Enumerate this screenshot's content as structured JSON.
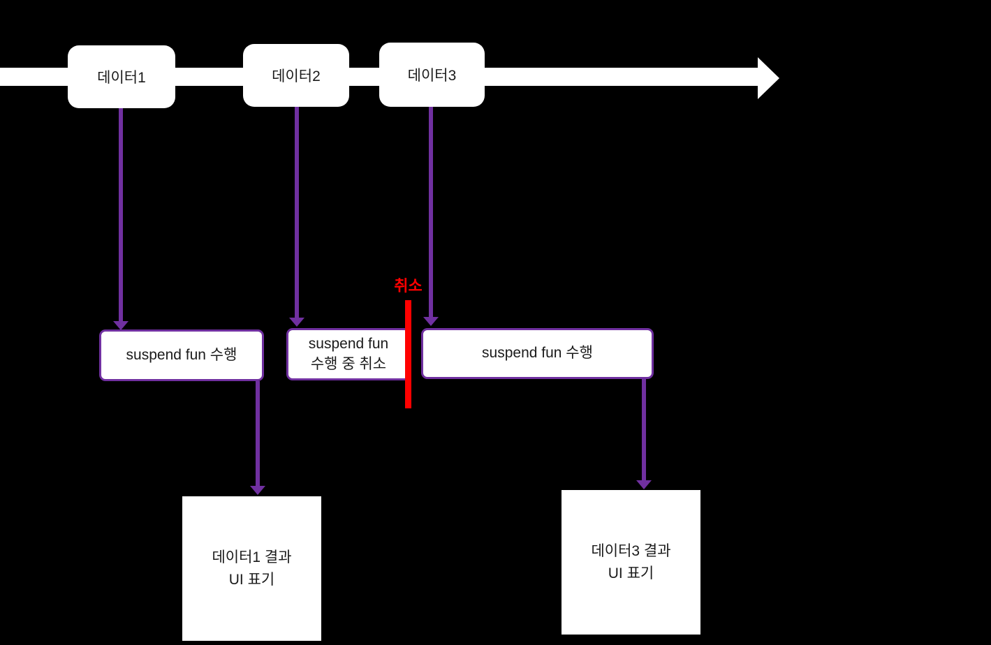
{
  "colors": {
    "background": "#000000",
    "box_fill": "#ffffff",
    "arrow_purple": "#7030A0",
    "cancel_red": "#ff0000",
    "text_dark": "#1a1a1a"
  },
  "timeline": {
    "nodes": [
      "데이터1",
      "데이터2",
      "데이터3"
    ]
  },
  "process": {
    "box1": "suspend fun 수행",
    "box2": "suspend fun\n수행 중 취소",
    "box3": "suspend fun 수행"
  },
  "cancel": {
    "label": "취소"
  },
  "results": {
    "box1": "데이터1 결과\nUI 표기",
    "box3": "데이터3 결과\nUI 표기"
  }
}
